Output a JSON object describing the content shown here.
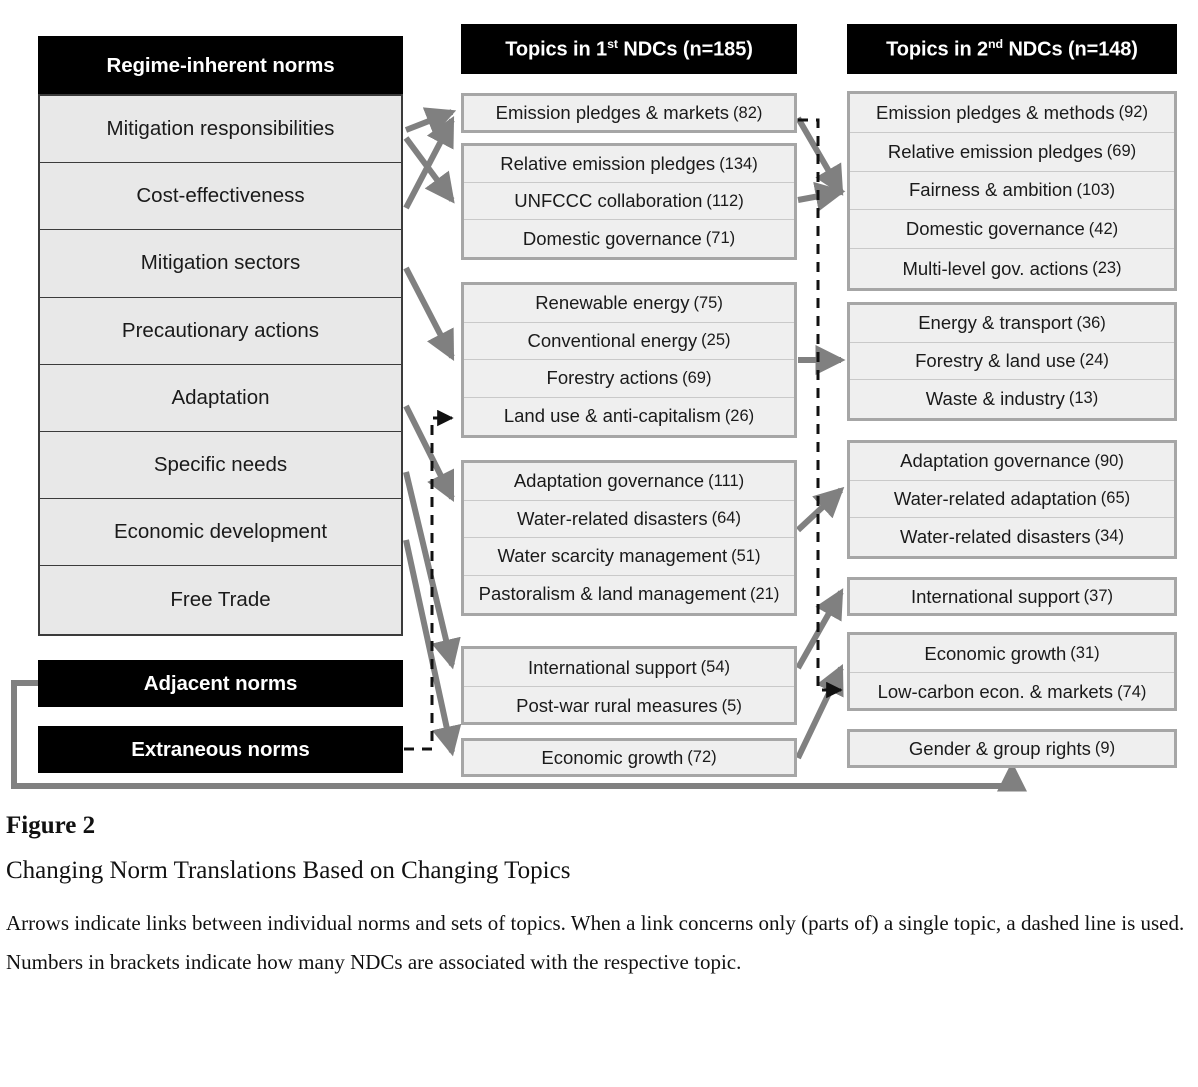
{
  "figure": {
    "number": "Figure 2",
    "title": "Changing Norm Translations Based on Changing Topics",
    "description": "Arrows indicate links between individual norms and sets of topics. When a link concerns only (parts of) a single topic, a dashed line is used. Numbers in brackets indicate how many NDCs are associated with the respective topic."
  },
  "columns": {
    "norms": {
      "header": "Regime-inherent norms",
      "items": [
        {
          "label": "Mitigation responsibilities"
        },
        {
          "label": "Cost-effectiveness"
        },
        {
          "label": "Mitigation sectors"
        },
        {
          "label": "Precautionary actions"
        },
        {
          "label": "Adaptation"
        },
        {
          "label": "Specific needs"
        },
        {
          "label": "Economic development"
        },
        {
          "label": "Free Trade"
        }
      ],
      "adjacent_header": "Adjacent norms",
      "extraneous_header": "Extraneous norms"
    },
    "ndc1": {
      "header_prefix": "Topics in 1",
      "header_ordinal": "st",
      "header_suffix": " NDCs (n=185)",
      "header_full": "Topics in 1st NDCs (n=185)",
      "groups": [
        {
          "items": [
            {
              "label": "Emission pledges & markets",
              "count": "(82)"
            }
          ]
        },
        {
          "items": [
            {
              "label": "Relative emission pledges",
              "count": "(134)"
            },
            {
              "label": "UNFCCC collaboration",
              "count": "(112)"
            },
            {
              "label": "Domestic governance",
              "count": "(71)"
            }
          ]
        },
        {
          "items": [
            {
              "label": "Renewable energy",
              "count": "(75)"
            },
            {
              "label": "Conventional energy",
              "count": "(25)"
            },
            {
              "label": "Forestry actions",
              "count": "(69)"
            },
            {
              "label": "Land use & anti-capitalism",
              "count": "(26)"
            }
          ]
        },
        {
          "items": [
            {
              "label": "Adaptation governance",
              "count": "(111)"
            },
            {
              "label": "Water-related disasters",
              "count": "(64)"
            },
            {
              "label": "Water scarcity management",
              "count": "(51)"
            },
            {
              "label": "Pastoralism & land management",
              "count": "(21)"
            }
          ]
        },
        {
          "items": [
            {
              "label": "International support",
              "count": "(54)"
            },
            {
              "label": "Post-war rural measures",
              "count": "(5)"
            }
          ]
        },
        {
          "items": [
            {
              "label": "Economic growth",
              "count": "(72)"
            }
          ]
        }
      ]
    },
    "ndc2": {
      "header_prefix": "Topics in 2",
      "header_ordinal": "nd",
      "header_suffix": " NDCs (n=148)",
      "header_full": "Topics in 2nd NDCs (n=148)",
      "groups": [
        {
          "items": [
            {
              "label": "Emission pledges & methods",
              "count": "(92)"
            },
            {
              "label": "Relative emission pledges",
              "count": "(69)"
            },
            {
              "label": "Fairness & ambition",
              "count": "(103)"
            },
            {
              "label": "Domestic governance",
              "count": "(42)"
            },
            {
              "label": "Multi-level gov. actions",
              "count": "(23)"
            }
          ]
        },
        {
          "items": [
            {
              "label": "Energy & transport",
              "count": "(36)"
            },
            {
              "label": "Forestry & land use",
              "count": "(24)"
            },
            {
              "label": "Waste & industry",
              "count": "(13)"
            }
          ]
        },
        {
          "items": [
            {
              "label": "Adaptation governance",
              "count": "(90)"
            },
            {
              "label": "Water-related adaptation",
              "count": "(65)"
            },
            {
              "label": "Water-related disasters",
              "count": "(34)"
            }
          ]
        },
        {
          "items": [
            {
              "label": "International support",
              "count": "(37)"
            }
          ]
        },
        {
          "items": [
            {
              "label": "Economic growth",
              "count": "(31)"
            },
            {
              "label": "Low-carbon econ. & markets",
              "count": "(74)"
            }
          ]
        },
        {
          "items": [
            {
              "label": "Gender & group rights",
              "count": "(9)"
            }
          ]
        }
      ]
    }
  },
  "colors": {
    "header_background": "#000000",
    "header_text": "#ffffff",
    "norm_box_fill": "#e8e8e8",
    "norm_box_border": "#3b3b3b",
    "topic_box_fill": "#efefef",
    "topic_group_border": "#a6a6a6",
    "arrow_solid": "#808080",
    "arrow_dashed": "#000000"
  },
  "chart_data": {
    "type": "diagram",
    "title": "Changing Norm Translations Based on Changing Topics",
    "legend": {
      "solid_arrow": "link between a norm and a set of topics",
      "dashed_arrow": "link concerning only (parts of) a single topic"
    },
    "links": [
      {
        "from": "Mitigation responsibilities",
        "to": "Emission pledges & markets (82)",
        "style": "solid"
      },
      {
        "from": "Mitigation responsibilities",
        "to": "Relative emission pledges / UNFCCC collaboration / Domestic governance",
        "style": "solid"
      },
      {
        "from": "Cost-effectiveness",
        "to": "Emission pledges & markets (82)",
        "style": "solid"
      },
      {
        "from": "Mitigation sectors",
        "to": "Renewable energy / Conventional energy / Forestry actions / Land use & anti-capitalism",
        "style": "solid"
      },
      {
        "from": "Extraneous norms",
        "to": "Land use & anti-capitalism (26)",
        "style": "dashed"
      },
      {
        "from": "Adaptation",
        "to": "Adaptation governance / Water-related disasters / Water scarcity management / Pastoralism & land management",
        "style": "solid"
      },
      {
        "from": "Specific needs",
        "to": "International support (54) / Post-war rural measures (5)",
        "style": "solid"
      },
      {
        "from": "Economic development",
        "to": "Economic growth (72)",
        "style": "solid"
      },
      {
        "from": "Emission pledges & markets (82)",
        "to": "Fairness & ambition (103)",
        "style": "solid"
      },
      {
        "from": "Relative emission pledges / UNFCCC collaboration / Domestic governance",
        "to": "Emission pledges & methods group",
        "style": "solid"
      },
      {
        "from": "Emission pledges & markets (82)",
        "to": "Low-carbon econ. & markets (74)",
        "style": "dashed"
      },
      {
        "from": "Forestry actions (69)",
        "to": "Energy & transport / Forestry & land use / Waste & industry",
        "style": "solid"
      },
      {
        "from": "Water-related disasters (64)",
        "to": "Adaptation governance / Water-related adaptation / Water-related disasters",
        "style": "solid"
      },
      {
        "from": "International support (54)",
        "to": "International support (37)",
        "style": "solid"
      },
      {
        "from": "Economic growth (72)",
        "to": "Economic growth (31) / Low-carbon econ. & markets (74)",
        "style": "solid"
      },
      {
        "from": "Adjacent norms",
        "to": "Gender & group rights (9)",
        "style": "solid"
      }
    ]
  }
}
